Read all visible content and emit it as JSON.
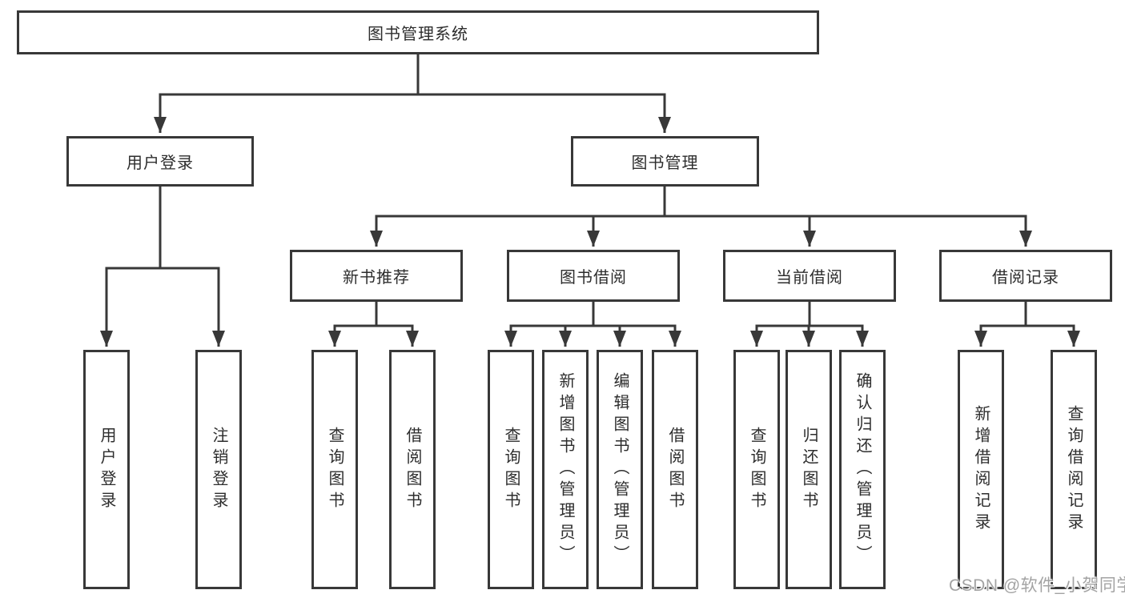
{
  "diagram": {
    "type": "hierarchy-tree",
    "title": "图书管理系统",
    "watermark": "CSDN @软件_小贺同学",
    "colors": {
      "line": "#383838",
      "box_border": "#383838",
      "box_fill": "#ffffff",
      "text": "#2d2d2d",
      "watermark": "#a3a3a3",
      "background": "#ffffff"
    },
    "nodes": {
      "root": "图书管理系统",
      "user_login": "用户登录",
      "book_mgmt": "图书管理",
      "new_book_rec": "新书推荐",
      "book_borrow": "图书借阅",
      "current_borrow": "当前借阅",
      "borrow_record": "借阅记录",
      "ul_login": "用户登录",
      "ul_logout": "注销登录",
      "nb_query": "查询图书",
      "nb_borrow": "借阅图书",
      "bb_query": "查询图书",
      "bb_add": "新增图书（管理员）",
      "bb_edit": "编辑图书（管理员）",
      "bb_borrow": "借阅图书",
      "cb_query": "查询图书",
      "cb_return": "归还图书",
      "cb_confirm": "确认归还（管理员）",
      "br_add": "新增借阅记录",
      "br_query": "查询借阅记录"
    },
    "hierarchy": {
      "图书管理系统": [
        "用户登录",
        "图书管理"
      ],
      "用户登录": [
        "用户登录",
        "注销登录"
      ],
      "图书管理": [
        "新书推荐",
        "图书借阅",
        "当前借阅",
        "借阅记录"
      ],
      "新书推荐": [
        "查询图书",
        "借阅图书"
      ],
      "图书借阅": [
        "查询图书",
        "新增图书（管理员）",
        "编辑图书（管理员）",
        "借阅图书"
      ],
      "当前借阅": [
        "查询图书",
        "归还图书",
        "确认归还（管理员）"
      ],
      "借阅记录": [
        "新增借阅记录",
        "查询借阅记录"
      ]
    }
  }
}
